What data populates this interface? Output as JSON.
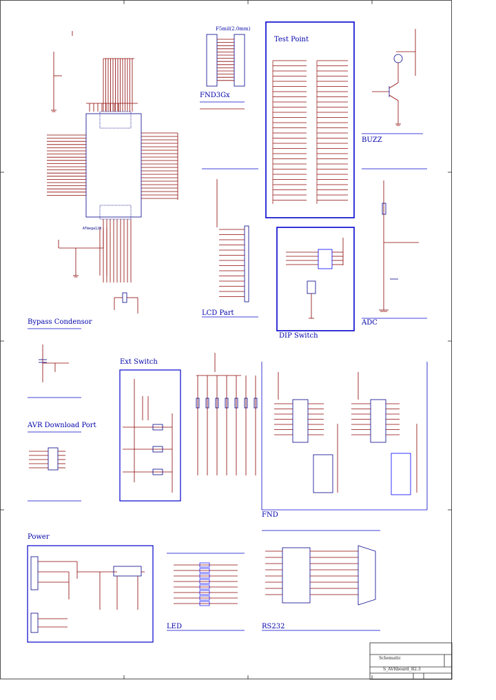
{
  "sections": {
    "test_point": "Test Point",
    "fnd_heading": "FND3Gx",
    "header_ftbl": "F5mil(2.0mm)",
    "buzz": "BUZZ",
    "lcd_part": "LCD Part",
    "dip_switch": "DIP Switch",
    "adc": "ADC",
    "bypass": "Bypass Condensor",
    "ext_switch": "Ext Switch",
    "avr_download": "AVR Download Port",
    "fnd": "FND",
    "power": "Power",
    "led": "LED",
    "rs232": "RS232"
  },
  "title_block": {
    "schematic_label": "Schematic",
    "file_label": "S_AVRboard_B2.3"
  },
  "colors": {
    "wire": "#8b0000",
    "component": "#00008b",
    "section_line": "#0000cc",
    "ground": "#aa0000"
  }
}
